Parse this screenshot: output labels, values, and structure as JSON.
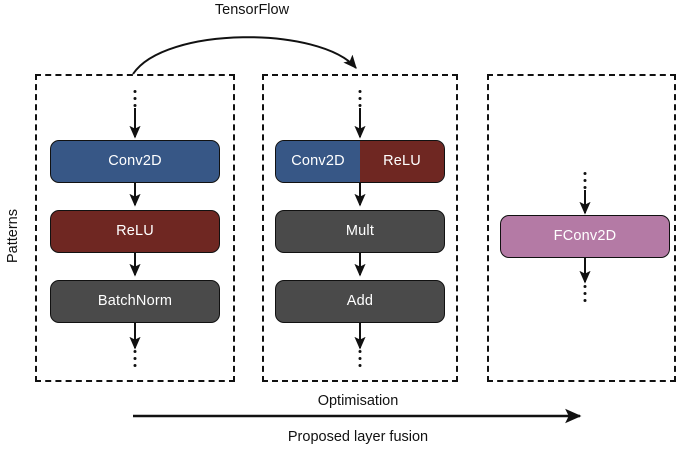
{
  "figure": {
    "top_label": "TensorFlow",
    "left_axis_label": "Patterns",
    "bottom_label_above": "Optimisation",
    "bottom_label_below": "Proposed layer fusion"
  },
  "colors": {
    "conv2d": "#375786",
    "relu": "#6f2722",
    "generic": "#4a4a4a",
    "fused": "#b47aa5",
    "outline": "#111111",
    "text_on_node": "#ffffff",
    "panel_border": "#111111",
    "background": "#ffffff"
  },
  "panels": [
    {
      "id": "panel-unfused",
      "nodes": [
        {
          "label": "Conv2D",
          "color_key": "conv2d"
        },
        {
          "label": "ReLU",
          "color_key": "relu"
        },
        {
          "label": "BatchNorm",
          "color_key": "generic"
        }
      ]
    },
    {
      "id": "panel-partially-fused",
      "nodes": [
        {
          "label_left": "Conv2D",
          "label_right": "ReLU",
          "color_key_left": "conv2d",
          "color_key_right": "relu"
        },
        {
          "label": "Mult",
          "color_key": "generic"
        },
        {
          "label": "Add",
          "color_key": "generic"
        }
      ]
    },
    {
      "id": "panel-fully-fused",
      "nodes": [
        {
          "label": "FConv2D",
          "color_key": "fused"
        }
      ]
    }
  ],
  "arrows": {
    "tensorflow_curve": "curved arrow from panel 1 to panel 2",
    "optimisation_arrow": "straight arrow pointing right"
  }
}
